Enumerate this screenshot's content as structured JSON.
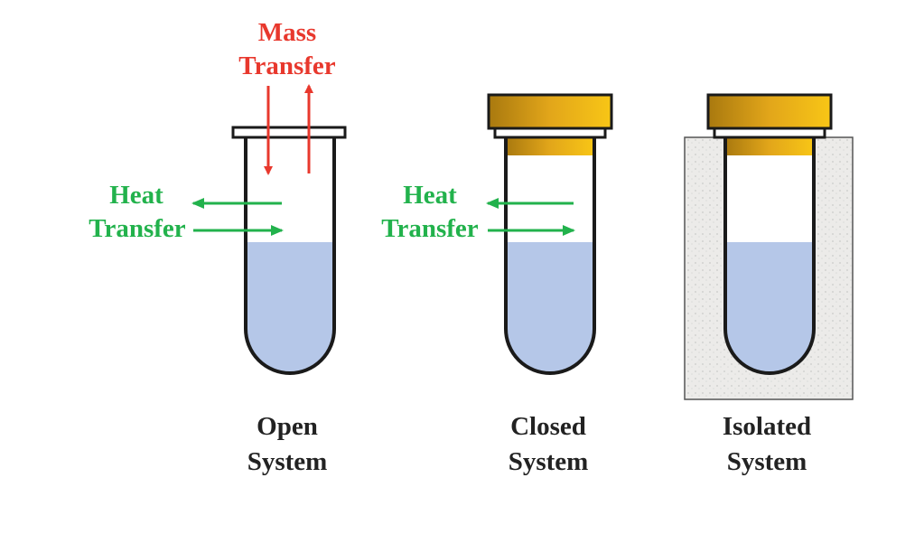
{
  "colors": {
    "mass_arrow": "#e8382d",
    "heat_arrow": "#22b24c",
    "liquid": "#b5c7e8",
    "cap": "#f4bf1a",
    "insulation": "#e6e6e4"
  },
  "open_system": {
    "mass_label": [
      "Mass",
      "Transfer"
    ],
    "heat_label": [
      "Heat",
      "Transfer"
    ],
    "caption": [
      "Open",
      "System"
    ]
  },
  "closed_system": {
    "heat_label": [
      "Heat",
      "Transfer"
    ],
    "caption": [
      "Closed",
      "System"
    ]
  },
  "isolated_system": {
    "caption": [
      "Isolated",
      "System"
    ]
  }
}
